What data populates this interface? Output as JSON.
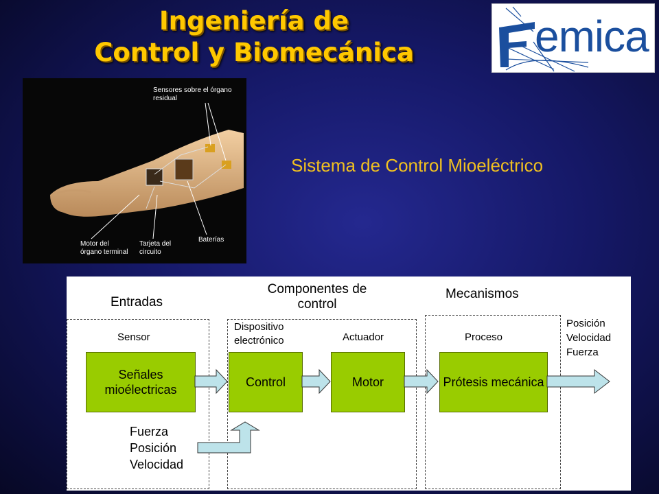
{
  "title": {
    "line1": "Ingeniería de",
    "line2": "Control y Biomecánica"
  },
  "logo": {
    "text": "emica"
  },
  "photo": {
    "labels": {
      "sensors": "Sensores sobre el órgano residual",
      "motor": "Motor del órgano terminal",
      "card": "Tarjeta del circuito",
      "batteries": "Baterías"
    }
  },
  "subtitle": "Sistema de Control Mioeléctrico",
  "diagram": {
    "sections": {
      "inputs": "Entradas",
      "components": "Componentes de control",
      "mechanisms": "Mecanismos"
    },
    "labels": {
      "sensor": "Sensor",
      "device": "Dispositivo electrónico",
      "actuator": "Actuador",
      "process": "Proceso"
    },
    "boxes": {
      "signals": "Señales mioélectricas",
      "control": "Control",
      "motor": "Motor",
      "prosthesis": "Prótesis mecánica"
    },
    "feedback": [
      "Fuerza",
      "Posición",
      "Velocidad"
    ],
    "outputs": [
      "Posición",
      "Velocidad",
      "Fuerza"
    ]
  }
}
